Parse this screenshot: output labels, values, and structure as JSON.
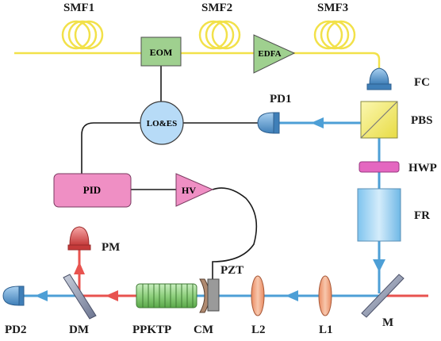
{
  "labels": {
    "smf1": "SMF1",
    "smf2": "SMF2",
    "smf3": "SMF3",
    "eom": "EOM",
    "edfa": "EDFA",
    "fc": "FC",
    "pd1": "PD1",
    "lo_es": "LO&ES",
    "pbs": "PBS",
    "hwp": "HWP",
    "pid": "PID",
    "hv": "HV",
    "fr": "FR",
    "pm": "PM",
    "pzt": "PZT",
    "pd2": "PD2",
    "dm": "DM",
    "ppktp": "PPKTP",
    "cm": "CM",
    "l2": "L2",
    "l1": "L1",
    "m": "M"
  },
  "colors": {
    "fiber": "#f2e14a",
    "beam_ir": "#4d9fd6",
    "beam_green": "#e8534f",
    "wire": "#1a1a1a",
    "eom_box": "#9fd08f",
    "edfa_box": "#9fd08f",
    "pid_box": "#ef8fc4",
    "hv_box": "#ef8fc4",
    "lo_es_circle": "#b7dbf7",
    "pbs_cube": "#f5f07a",
    "hwp_plate": "#e467c0",
    "fr_body": "#9fd4f2",
    "lens": "#f2a88a",
    "mirror": "#8f98b0",
    "pd_blue": "#6fa8d8",
    "pm_red": "#e05a5a",
    "ppktp_crystal": "#9bd98a"
  }
}
